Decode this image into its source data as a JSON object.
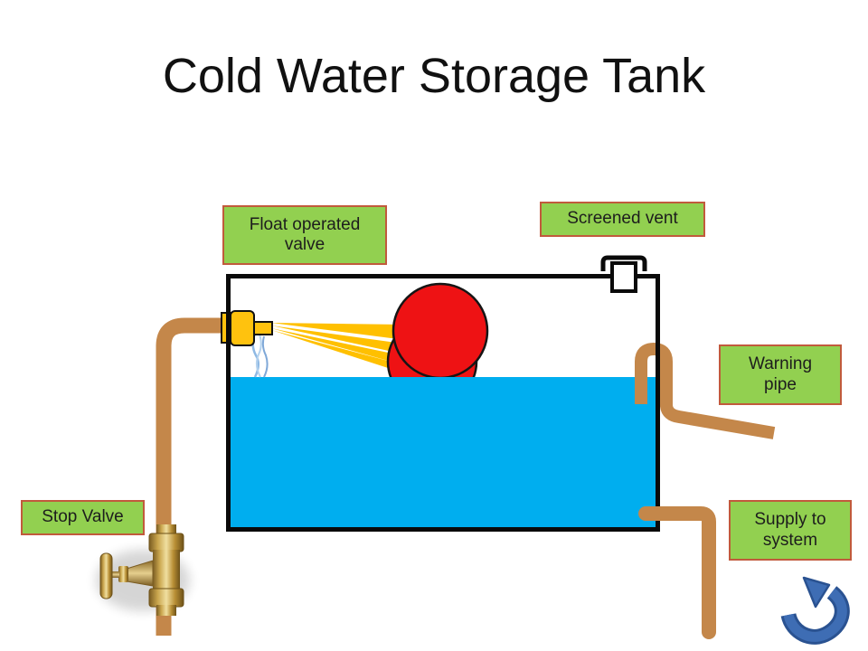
{
  "slide": {
    "title": "Cold Water Storage Tank"
  },
  "labels": {
    "float_valve": "Float operated\nvalve",
    "screened_vent": "Screened vent",
    "warning_pipe": "Warning\npipe",
    "stop_valve": "Stop Valve",
    "supply_to_system": "Supply to\nsystem"
  },
  "icons": {
    "vent": "screened-vent-icon",
    "arrow": "curved-return-arrow-icon",
    "valve": "brass-stop-valve-icon"
  },
  "colors": {
    "water": "#00AEEF",
    "pipe": "#C4874A",
    "float-red": "#EE1214",
    "spray-yellow": "#FFC000",
    "valve-yellow": "#FFC20E",
    "label-green": "#92D050",
    "label-border": "#C15A3C",
    "arrow-blue": "#3E6DB4",
    "arrow-blue-dark": "#2A5291",
    "stream-blue": "#8FB9E4",
    "tank-border": "#0A0A0A"
  }
}
